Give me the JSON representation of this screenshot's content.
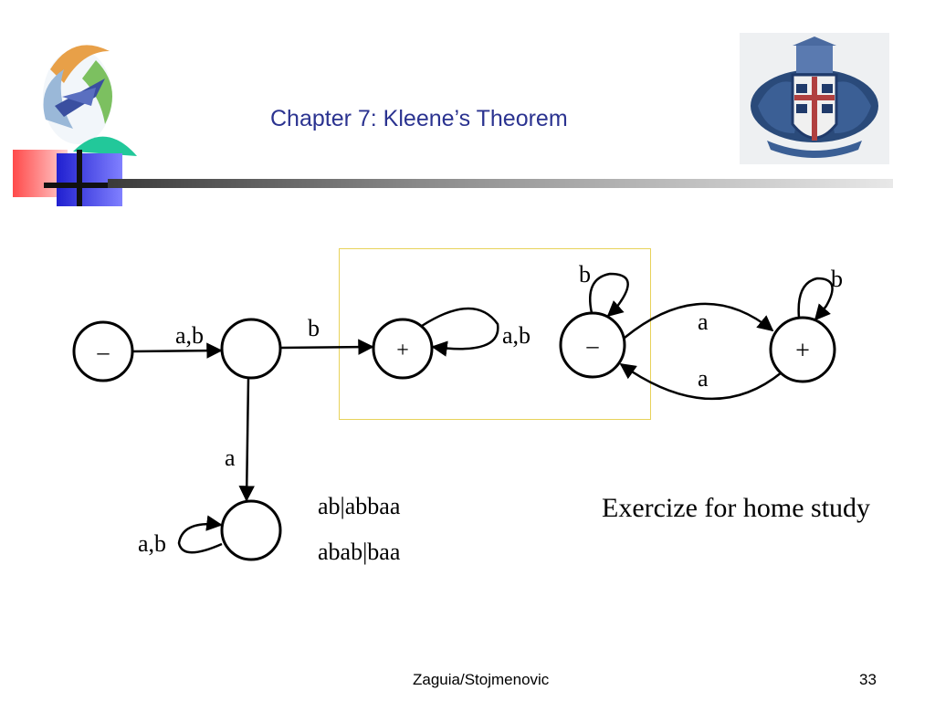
{
  "header": {
    "title": "Chapter 7: Kleene’s Theorem"
  },
  "diagram": {
    "start_left": "–",
    "accept_mid": "+",
    "start_right": "–",
    "accept_right": "+",
    "edge_ab_1": "a,b",
    "edge_b_1": "b",
    "edge_a_down": "a",
    "loop_ab_mid": "a,b",
    "loop_ab_bottom": "a,b",
    "loop_b_left": "b",
    "loop_b_right": "b",
    "edge_a_top": "a",
    "edge_a_bottom": "a"
  },
  "words": [
    "ab|abbaa",
    "abab|baa"
  ],
  "note": "Exercize for home study",
  "footer": {
    "authors": "Zaguia/Stojmenovic",
    "page": "33"
  },
  "colors": {
    "title": "#2b3390",
    "highlight_box": "#e8d25a"
  }
}
